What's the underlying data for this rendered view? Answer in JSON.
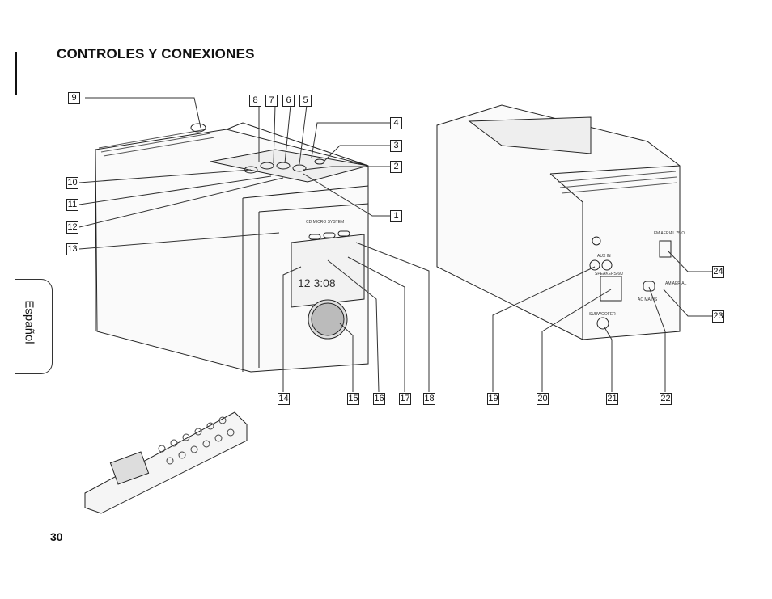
{
  "page": {
    "title": "CONTROLES Y CONEXIONES",
    "side_tab": "Español",
    "page_number": "30"
  },
  "device_front": {
    "panel_text": "CD MICRO SYSTEM",
    "display_digits": "12  3:08"
  },
  "device_back": {
    "labels": [
      "AUX IN",
      "SPEAKERS 6Ω",
      "SUBWOOFER",
      "AC MAINS",
      "FM AERIAL 75 Ω",
      "AM AERIAL"
    ]
  },
  "callouts": [
    "1",
    "2",
    "3",
    "4",
    "5",
    "6",
    "7",
    "8",
    "9",
    "10",
    "11",
    "12",
    "13",
    "14",
    "15",
    "16",
    "17",
    "18",
    "19",
    "20",
    "21",
    "22",
    "23",
    "24"
  ]
}
